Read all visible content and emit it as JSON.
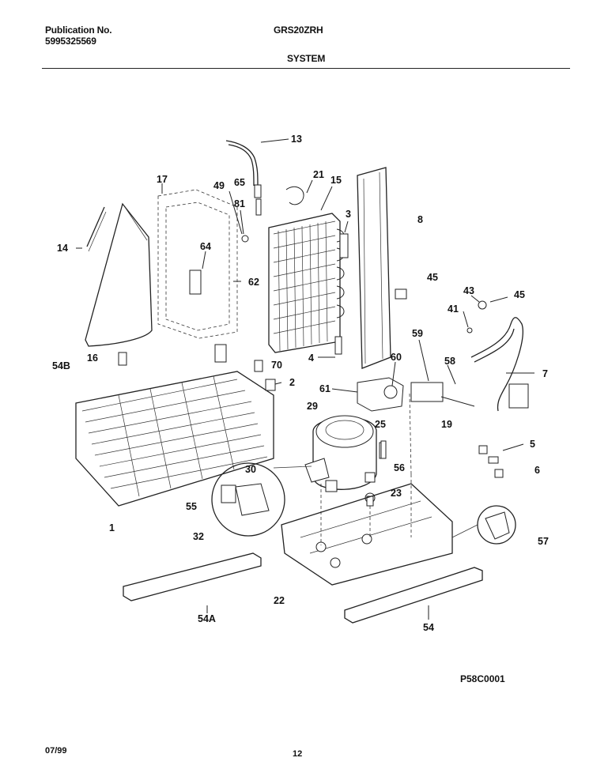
{
  "header": {
    "publication_label": "Publication No.",
    "publication_number": "5995325569",
    "model": "GRS20ZRH",
    "section": "SYSTEM"
  },
  "diagram_code": "P58C0001",
  "footer": {
    "date": "07/99",
    "page": "12"
  },
  "callouts": {
    "c13": "13",
    "c17": "17",
    "c49": "49",
    "c65": "65",
    "c21": "21",
    "c15": "15",
    "c81": "81",
    "c3": "3",
    "c8": "8",
    "c14": "14",
    "c64": "64",
    "c62": "62",
    "c45a": "45",
    "c43": "43",
    "c45b": "45",
    "c41": "41",
    "c59": "59",
    "c54B": "54B",
    "c16": "16",
    "c4": "4",
    "c60": "60",
    "c58": "58",
    "c70": "70",
    "c7": "7",
    "c2": "2",
    "c61": "61",
    "c29": "29",
    "c25": "25",
    "c19": "19",
    "c5": "5",
    "c56": "56",
    "c6": "6",
    "c30": "30",
    "c23": "23",
    "c55": "55",
    "c1": "1",
    "c32": "32",
    "c57": "57",
    "c22": "22",
    "c54A": "54A",
    "c54": "54"
  }
}
